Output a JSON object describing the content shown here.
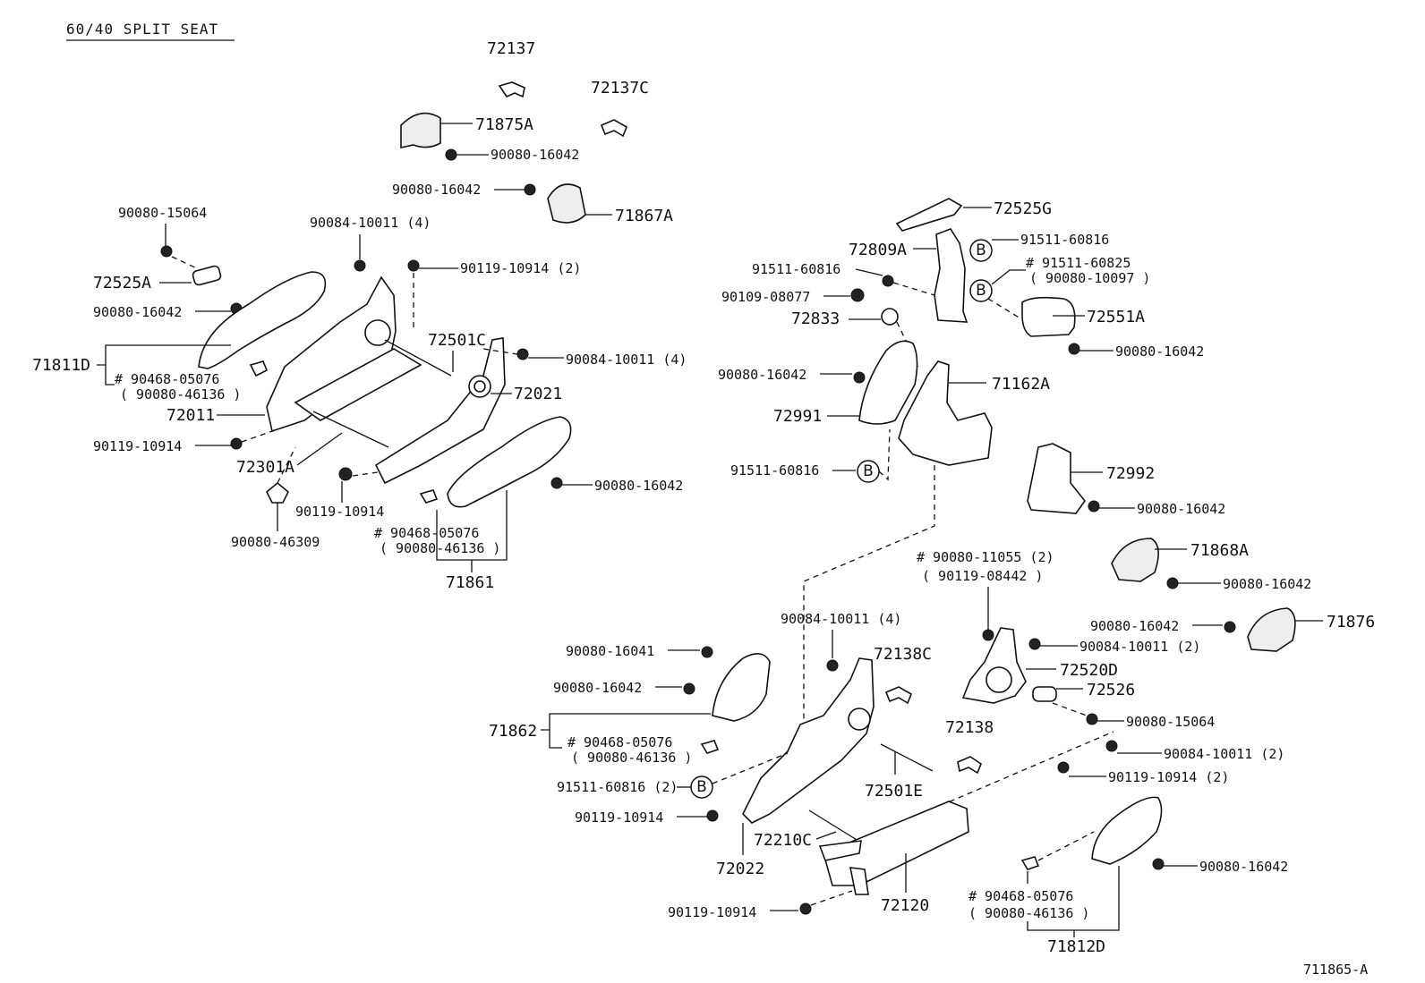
{
  "title": "60/40 SPLIT SEAT",
  "figure_id": "711865-A",
  "callout": "B",
  "labels": {
    "p72137": "72137",
    "p72137C": "72137C",
    "p71875A": "71875A",
    "p90080_16042_a": "90080-16042",
    "p90080_16042_b": "90080-16042",
    "p71867A": "71867A",
    "p90080_15064_a": "90080-15064",
    "p90084_10011_4a": "90084-10011 (4)",
    "p90119_10914_2a": "90119-10914 (2)",
    "p72525A": "72525A",
    "p90080_16042_c": "90080-16042",
    "p72501C": "72501C",
    "p90084_10011_4b": "90084-10011 (4)",
    "p71811D": "71811D",
    "p90468_05076_a": "# 90468-05076",
    "p90080_46136_a": "( 90080-46136 )",
    "p72021": "72021",
    "p72011": "72011",
    "p90119_10914_a": "90119-10914",
    "p72301A": "72301A",
    "p90080_16042_d": "90080-16042",
    "p90119_10914_b": "90119-10914",
    "p90080_46309": "90080-46309",
    "p90468_05076_b": "# 90468-05076",
    "p90080_46136_b": "( 90080-46136 )",
    "p71861": "71861",
    "p72525G": "72525G",
    "p72809A": "72809A",
    "p91511_60816_a": "91511-60816",
    "p91511_60816_b": "91511-60816",
    "p91511_60825": "# 91511-60825",
    "p90080_10097": "( 90080-10097 )",
    "p90109_08077": "90109-08077",
    "p72833": "72833",
    "p72551A": "72551A",
    "p90080_16042_e": "90080-16042",
    "p90080_16042_f": "90080-16042",
    "p71162A": "71162A",
    "p72991": "72991",
    "p91511_60816_c": "91511-60816",
    "p72992": "72992",
    "p90080_16042_g": "90080-16042",
    "p90080_11055": "# 90080-11055 (2)",
    "p90119_08442": "( 90119-08442 )",
    "p71868A": "71868A",
    "p90080_16042_h": "90080-16042",
    "p90084_10011_4c": "90084-10011 (4)",
    "p90080_16042_i": "90080-16042",
    "p71876": "71876",
    "p90080_16041": "90080-16041",
    "p72138C": "72138C",
    "p90084_10011_2a": "90084-10011 (2)",
    "p72520D": "72520D",
    "p90080_16042_j": "90080-16042",
    "p72526": "72526",
    "p71862": "71862",
    "p72138": "72138",
    "p90080_15064_b": "90080-15064",
    "p90468_05076_c": "# 90468-05076",
    "p90080_46136_c": "( 90080-46136 )",
    "p90084_10011_2b": "90084-10011 (2)",
    "p91511_60816_2": "91511-60816 (2)",
    "p72501E": "72501E",
    "p90119_10914_2b": "90119-10914 (2)",
    "p90119_10914_c": "90119-10914",
    "p72210C": "72210C",
    "p72022": "72022",
    "p72120": "72120",
    "p90080_16042_k": "90080-16042",
    "p90119_10914_d": "90119-10914",
    "p90468_05076_d": "# 90468-05076",
    "p90080_46136_d": "( 90080-46136 )",
    "p71812D": "71812D"
  }
}
